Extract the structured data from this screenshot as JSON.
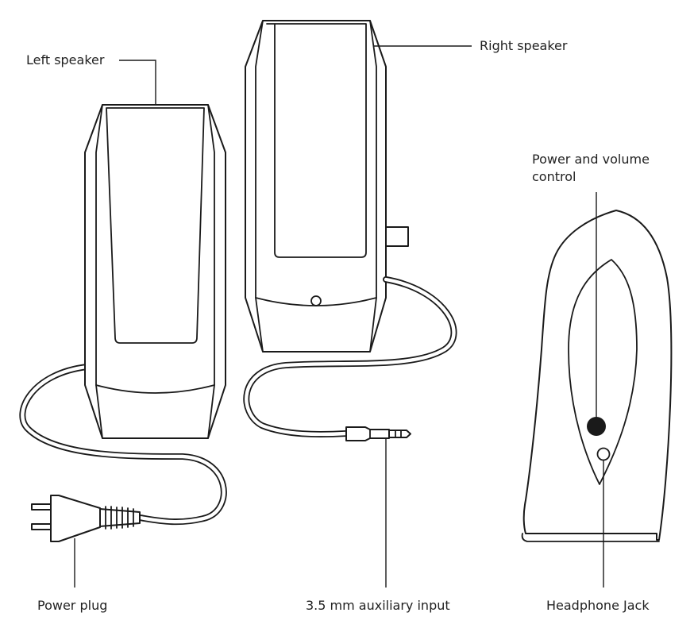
{
  "labels": {
    "left_speaker": "Left speaker",
    "right_speaker": "Right speaker",
    "power_volume_line1": "Power and volume",
    "power_volume_line2": "control",
    "power_plug": "Power plug",
    "aux_input": "3.5 mm auxiliary input",
    "headphone_jack": "Headphone Jack"
  },
  "colors": {
    "line": "#1a1a1a",
    "text": "#222222",
    "background": "#ffffff"
  }
}
